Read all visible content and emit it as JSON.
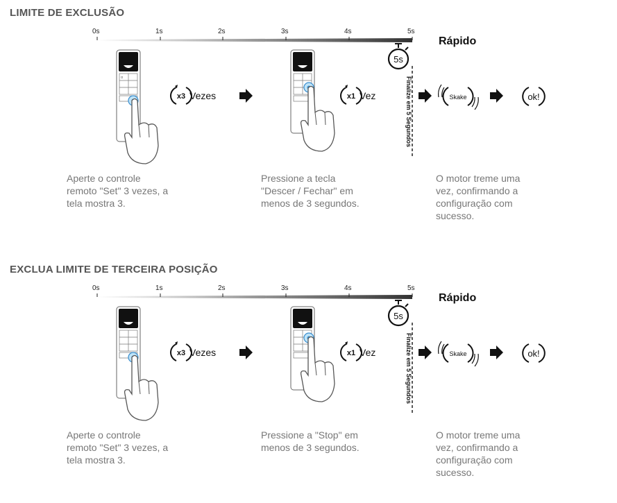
{
  "sections": [
    {
      "title": "LIMITE DE EXCLUSÃO",
      "ticks": [
        "0s",
        "1s",
        "2s",
        "3s",
        "4s",
        "5s"
      ],
      "timer_label": "5s",
      "speed_label": "Rápido",
      "vertical_note": "Finalize em 5 Segundos",
      "step1": {
        "count": "x3",
        "word": "Vezes",
        "desc": [
          "Aperte o controle",
          "remoto \"Set\" 3 vezes, a",
          "tela mostra 3."
        ]
      },
      "step2": {
        "count": "x1",
        "word": "Vez",
        "desc": [
          "Pressione a tecla",
          "\"Descer / Fechar\" em",
          "menos de 3 segundos."
        ]
      },
      "step3": {
        "shake": "Skake",
        "ok": "ok!",
        "desc": [
          "O motor treme uma",
          "vez, confirmando a",
          "configuração com",
          "sucesso."
        ]
      }
    },
    {
      "title": "EXCLUA LIMITE DE TERCEIRA POSIÇÃO",
      "ticks": [
        "0s",
        "1s",
        "2s",
        "3s",
        "4s",
        "5s"
      ],
      "timer_label": "5s",
      "speed_label": "Rápido",
      "vertical_note": "Finalize em 5 Segundos",
      "step1": {
        "count": "x3",
        "word": "Vezes",
        "desc": [
          "Aperte o controle",
          "remoto \"Set\" 3 vezes, a",
          "tela mostra 3."
        ]
      },
      "step2": {
        "count": "x1",
        "word": "Vez",
        "desc": [
          "Pressione a \"Stop\" em",
          "menos de 3 segundos."
        ]
      },
      "step3": {
        "shake": "Skake",
        "ok": "ok!",
        "desc": [
          "O motor treme uma",
          "vez, confirmando a",
          "configuração com",
          "sucesso."
        ]
      }
    }
  ]
}
